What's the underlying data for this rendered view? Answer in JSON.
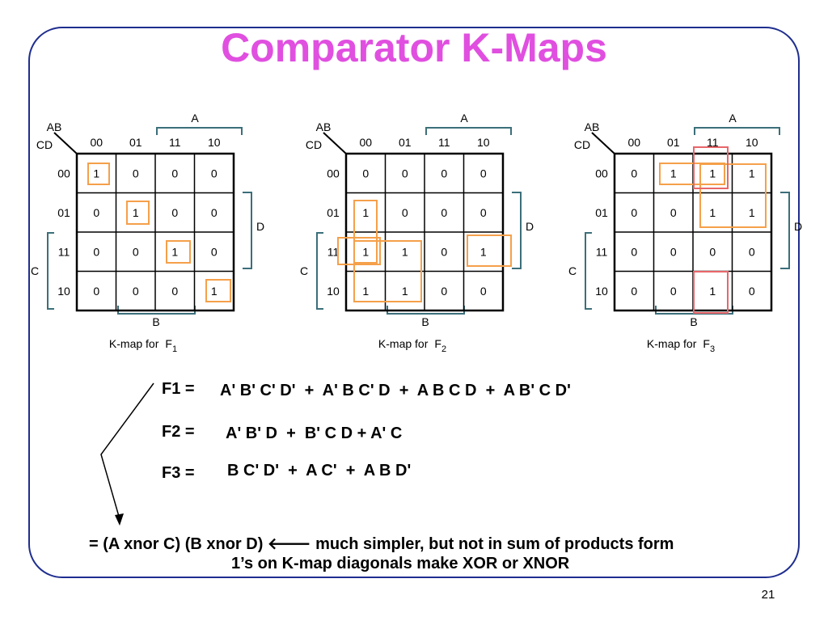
{
  "title": "Comparator K-Maps",
  "axis_labels": {
    "row_var": "AB",
    "col_var": "CD",
    "col_headers": [
      "00",
      "01",
      "11",
      "10"
    ],
    "row_headers": [
      "00",
      "01",
      "11",
      "10"
    ],
    "bracket_a": "A",
    "bracket_b": "B",
    "bracket_c": "C",
    "bracket_d": "D"
  },
  "kmaps": [
    {
      "id": "f1",
      "caption": "K-map for",
      "caption_fn": "F",
      "caption_sub": "1",
      "cells": [
        [
          "1",
          "0",
          "0",
          "0"
        ],
        [
          "0",
          "1",
          "0",
          "0"
        ],
        [
          "0",
          "0",
          "1",
          "0"
        ],
        [
          "0",
          "0",
          "0",
          "1"
        ]
      ]
    },
    {
      "id": "f2",
      "caption": "K-map for",
      "caption_fn": "F",
      "caption_sub": "2",
      "cells": [
        [
          "0",
          "0",
          "0",
          "0"
        ],
        [
          "1",
          "0",
          "0",
          "0"
        ],
        [
          "1",
          "1",
          "0",
          "1"
        ],
        [
          "1",
          "1",
          "0",
          "0"
        ]
      ]
    },
    {
      "id": "f3",
      "caption": "K-map for",
      "caption_fn": "F",
      "caption_sub": "3",
      "cells": [
        [
          "0",
          "1",
          "1",
          "1"
        ],
        [
          "0",
          "0",
          "1",
          "1"
        ],
        [
          "0",
          "0",
          "0",
          "0"
        ],
        [
          "0",
          "0",
          "1",
          "0"
        ]
      ]
    }
  ],
  "equations": {
    "f1_label": "F1 =",
    "f1_expr": "A' B' C' D'  +  A' B C' D  +  A B C D  +  A B' C D'",
    "f2_label": "F2 =",
    "f2_expr": "A' B' D  +  B' C D + A' C",
    "f3_label": "F3 =",
    "f3_expr": "B C' D'  +  A C'  +  A B D'"
  },
  "notes": {
    "line1": "= (A xnor C)  (B xnor D) 🡐 much simpler, but not in sum of products form",
    "line2": "1’s on K-map diagonals make XOR or XNOR"
  },
  "page_number": "21",
  "colors": {
    "title": "#e04fe0",
    "frame": "#1f2e8f",
    "bracket": "#3b6f7a",
    "group_orange": "#f5a04a",
    "group_red": "#e8666a"
  }
}
